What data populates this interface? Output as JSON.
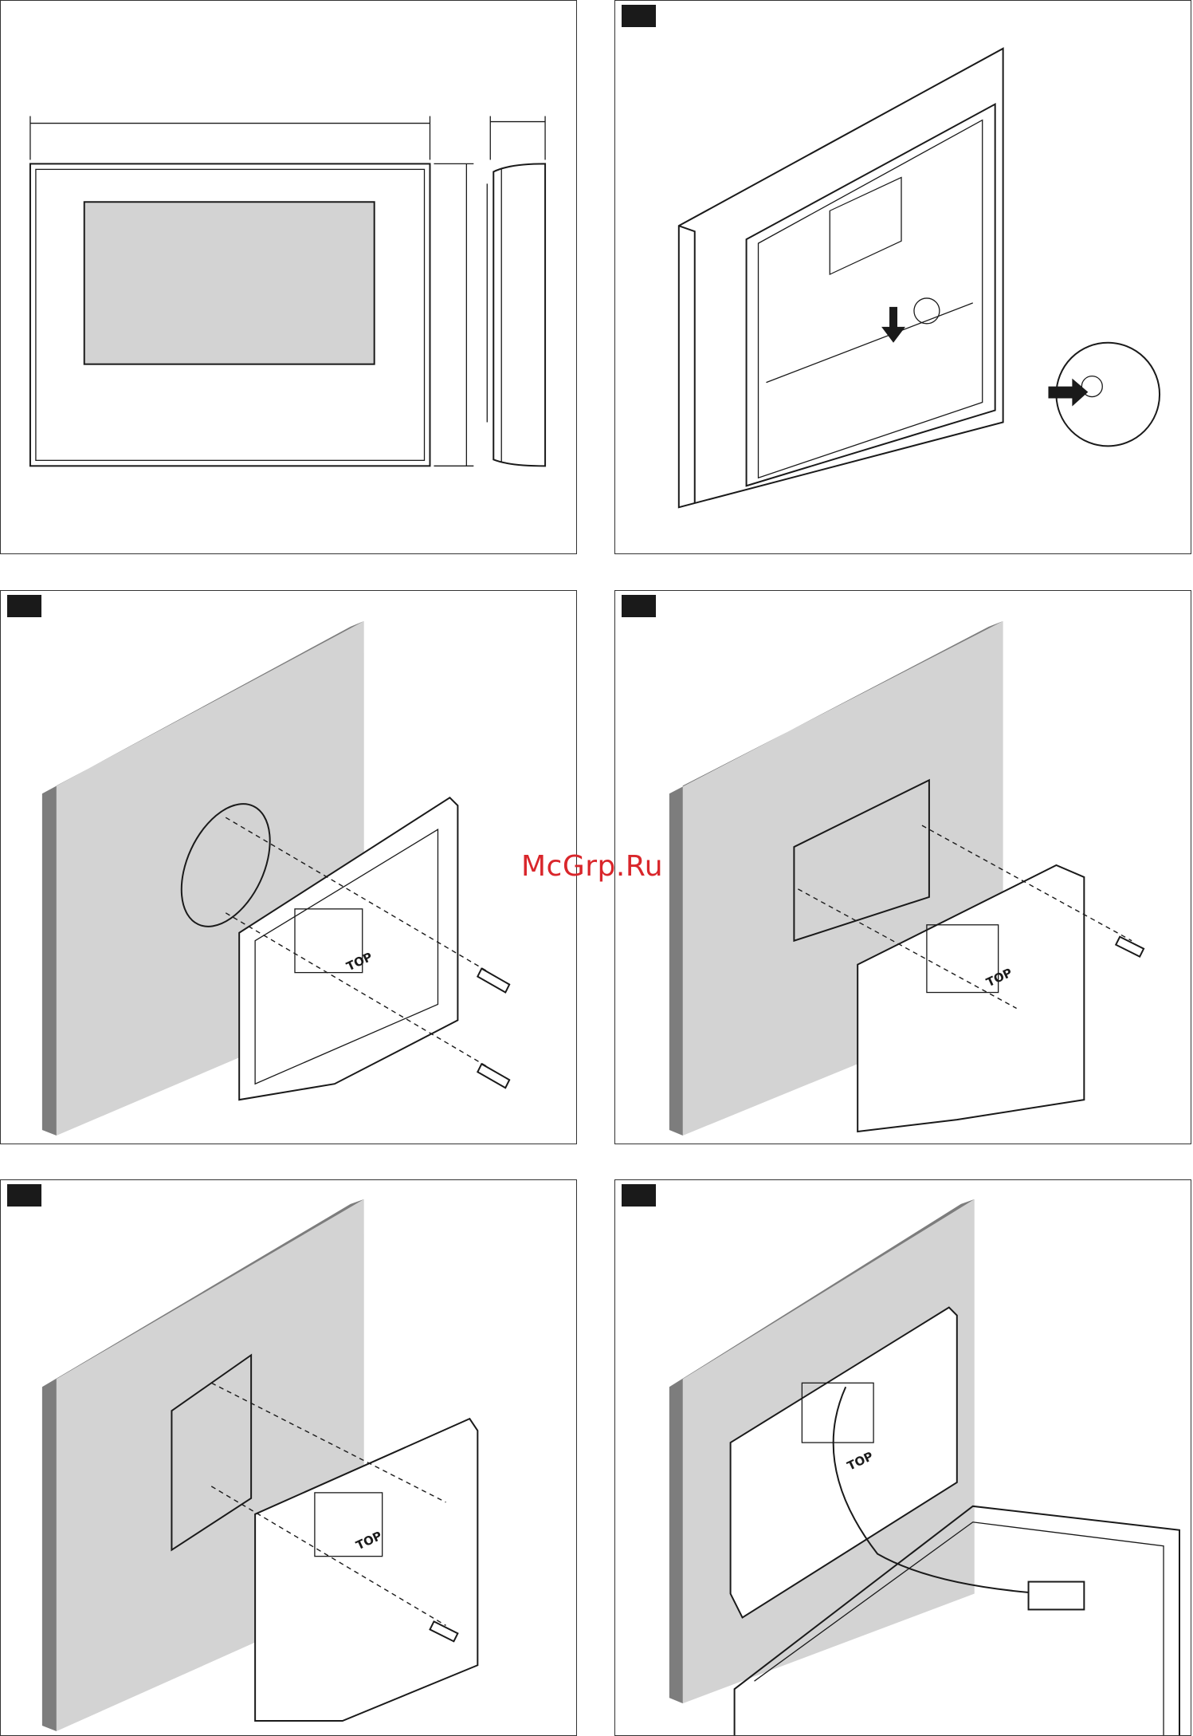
{
  "watermark": "McGrp.Ru",
  "panels": [
    {
      "id": "dimensions",
      "has_step_tag": false
    },
    {
      "id": "remove-bracket",
      "has_step_tag": true
    },
    {
      "id": "mount-round-box",
      "has_step_tag": true,
      "plate_label": "TOP"
    },
    {
      "id": "mount-rect-box",
      "has_step_tag": true,
      "plate_label": "TOP"
    },
    {
      "id": "mount-vertical-box",
      "has_step_tag": true,
      "plate_label": "TOP"
    },
    {
      "id": "connect-cable",
      "has_step_tag": true,
      "plate_label": "TOP"
    }
  ],
  "colors": {
    "wall": "#d3d3d3",
    "wall_edge": "#7d7d7d",
    "screen": "#d3d3d3",
    "step_tag": "#1a1a1a",
    "watermark": "#d9262b"
  }
}
